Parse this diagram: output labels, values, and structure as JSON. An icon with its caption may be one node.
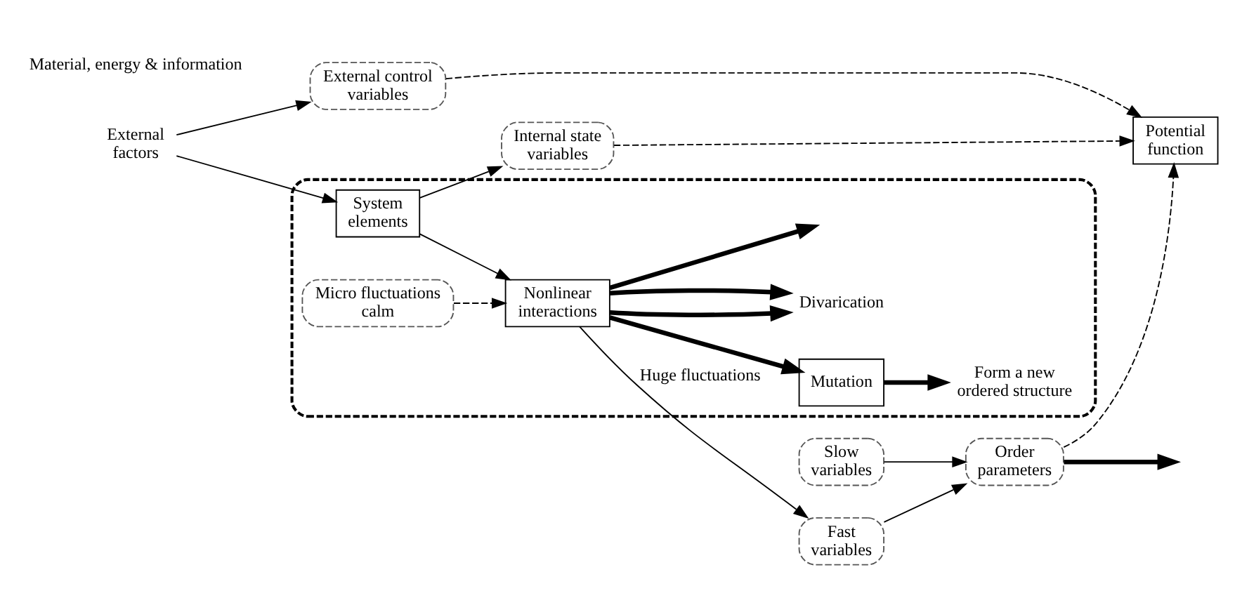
{
  "diagram": {
    "nodes": [
      {
        "text": [],
        "shape": "box"
      },
      {
        "text": [
          "External factors"
        ]
      },
      {
        "text": [
          "System elements"
        ],
        "in": 0
      },
      {
        "text": [
          "Nonlinear interactions"
        ],
        "in": 0
      },
      {
        "text": [
          "Micro fluctuations calm"
        ],
        "in": 0
      },
      {
        "text": [
          "Mutation"
        ],
        "in": 0
      },
      {
        "text": [
          "Form a new ordered structure"
        ],
        "in": 0
      },
      {
        "text": [
          "External control variables"
        ]
      },
      {
        "text": [
          "Internal state variables"
        ]
      },
      {
        "text": [
          "Fast variables"
        ]
      },
      {
        "text": [
          "Slow variables"
        ]
      },
      {
        "text": [
          "Order parameters"
        ]
      },
      {
        "text": [
          "Potential function"
        ]
      },
      {
        "text": [
          "Divarication"
        ],
        "in": 0
      }
    ],
    "edges": [
      {
        "from": 1,
        "to": 2,
        "arrow": "to"
      },
      {
        "from": 2,
        "to": 3,
        "arrow": "to"
      },
      {
        "from": 4,
        "to": 3,
        "arrow": "to",
        "style": "dashed"
      },
      {
        "from": 3,
        "to": 5,
        "arrow": "to",
        "style": "thick"
      },
      {
        "from": 3,
        "to": 13,
        "arrow": "to",
        "style": "thick"
      },
      {
        "from": 3,
        "to": 13,
        "arrow": "to",
        "style": "thick"
      },
      {
        "from": 3,
        "to": null,
        "arrow": "to",
        "style": "thick"
      },
      {
        "from": 5,
        "to": 6,
        "arrow": "to",
        "style": "thick"
      },
      {
        "from": 1,
        "to": 7,
        "arrow": "to"
      },
      {
        "from": 2,
        "to": 8,
        "arrow": "to"
      },
      {
        "from": 3,
        "to": 9,
        "arrow": "to",
        "label": "Huge fluctuations"
      },
      {
        "from": 9,
        "to": 11,
        "arrow": "to"
      },
      {
        "from": 10,
        "to": 11,
        "arrow": "to"
      },
      {
        "from": 11,
        "to": null,
        "arrow": "to",
        "style": "thick"
      },
      {
        "from": 7,
        "to": 12,
        "arrow": "to",
        "style": "dashed"
      },
      {
        "from": 8,
        "to": 12,
        "arrow": "to",
        "style": "dashed"
      },
      {
        "from": 11,
        "to": 12,
        "arrow": "to",
        "style": "dashed"
      }
    ],
    "labels": [
      "Material, energy & information"
    ]
  }
}
